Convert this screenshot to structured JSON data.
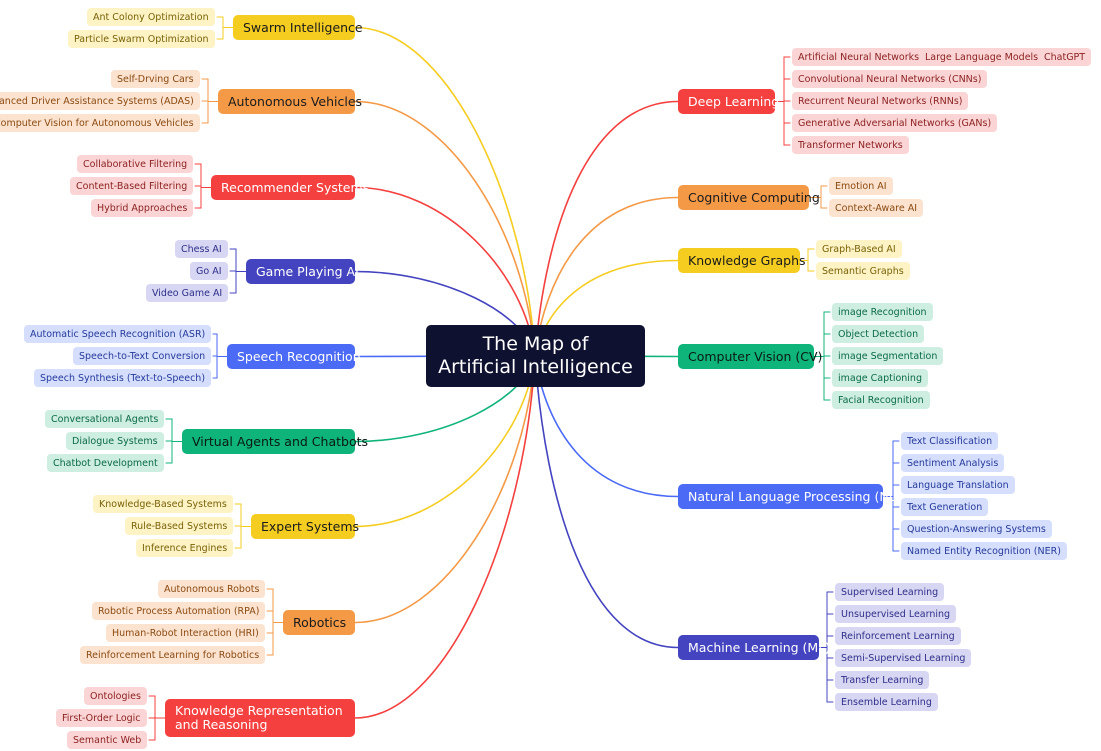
{
  "central": {
    "title_line1": "The Map of",
    "title_line2": "Artificial Intelligence"
  },
  "colors": {
    "red": "#f4403f",
    "orange": "#f49a47",
    "yellow": "#f5cd21",
    "green": "#0fb47a",
    "blue": "#4b6af5",
    "indigo": "#4444c0",
    "navy": "#0f1130"
  },
  "left_branches": [
    {
      "label": "Swarm Intelligence",
      "color": "yellow",
      "children": [
        "Ant Colony Optimization",
        "Particle Swarm Optimization"
      ]
    },
    {
      "label": "Autonomous Vehicles",
      "color": "orange",
      "children": [
        "Self-Drving Cars",
        "Advanced Driver Assistance Systems (ADAS)",
        "Computer Vision for Autonomous Vehicles"
      ]
    },
    {
      "label": "Recommender Systems",
      "color": "red",
      "children": [
        "Collaborative Filtering",
        "Content-Based Filtering",
        "Hybrid Approaches"
      ]
    },
    {
      "label": "Game Playing AI",
      "color": "indigo",
      "children": [
        "Chess AI",
        "Go AI",
        "Video Game AI"
      ]
    },
    {
      "label": "Speech Recognition",
      "color": "blue",
      "children": [
        "Automatic Speech Recognition (ASR)",
        "Speech-to-Text Conversion",
        "Speech Synthesis (Text-to-Speech)"
      ]
    },
    {
      "label": "Virtual Agents and Chatbots",
      "color": "green",
      "children": [
        "Conversational Agents",
        "Dialogue Systems",
        "Chatbot Development"
      ]
    },
    {
      "label": "Expert Systems",
      "color": "yellow",
      "children": [
        "Knowledge-Based Systems",
        "Rule-Based Systems",
        "Inference Engines"
      ]
    },
    {
      "label": "Robotics",
      "color": "orange",
      "children": [
        "Autonomous Robots",
        "Robotic Process Automation (RPA)",
        "Human-Robot Interaction (HRI)",
        "Reinforcement Learning for Robotics"
      ]
    },
    {
      "label": "Knowledge Representation and Reasoning",
      "color": "red",
      "children": [
        "Ontologies",
        "First-Order Logic",
        "Semantic Web"
      ]
    }
  ],
  "right_branches": [
    {
      "label": "Deep Learning",
      "color": "red",
      "children": [
        "Artificial Neural Networks",
        "Convolutional Neural Networks (CNNs)",
        "Recurrent Neural Networks (RNNs)",
        "Generative Adversarial Networks (GANs)",
        "Transformer Networks"
      ],
      "sub_chain": [
        "Large Language Models",
        "ChatGPT"
      ]
    },
    {
      "label": "Cognitive Computing",
      "color": "orange",
      "children": [
        "Emotion AI",
        "Context-Aware AI"
      ]
    },
    {
      "label": "Knowledge Graphs",
      "color": "yellow",
      "children": [
        "Graph-Based AI",
        "Semantic Graphs"
      ]
    },
    {
      "label": "Computer Vision (CV)",
      "color": "green",
      "children": [
        "image Recognition",
        "Object Detection",
        "image Segmentation",
        "image Captioning",
        "Facial Recognition"
      ]
    },
    {
      "label": "Natural Language Processing (NLP)",
      "color": "blue",
      "children": [
        "Text Classification",
        "Sentiment Analysis",
        "Language Translation",
        "Text Generation",
        "Question-Answering Systems",
        "Named Entity Recognition (NER)"
      ]
    },
    {
      "label": "Machine Learning (ML)",
      "color": "indigo",
      "children": [
        "Supervised Learning",
        "Unsupervised Learning",
        "Reinforcement Learning",
        "Semi-Supervised Learning",
        "Transfer Learning",
        "Ensemble Learning"
      ]
    }
  ]
}
